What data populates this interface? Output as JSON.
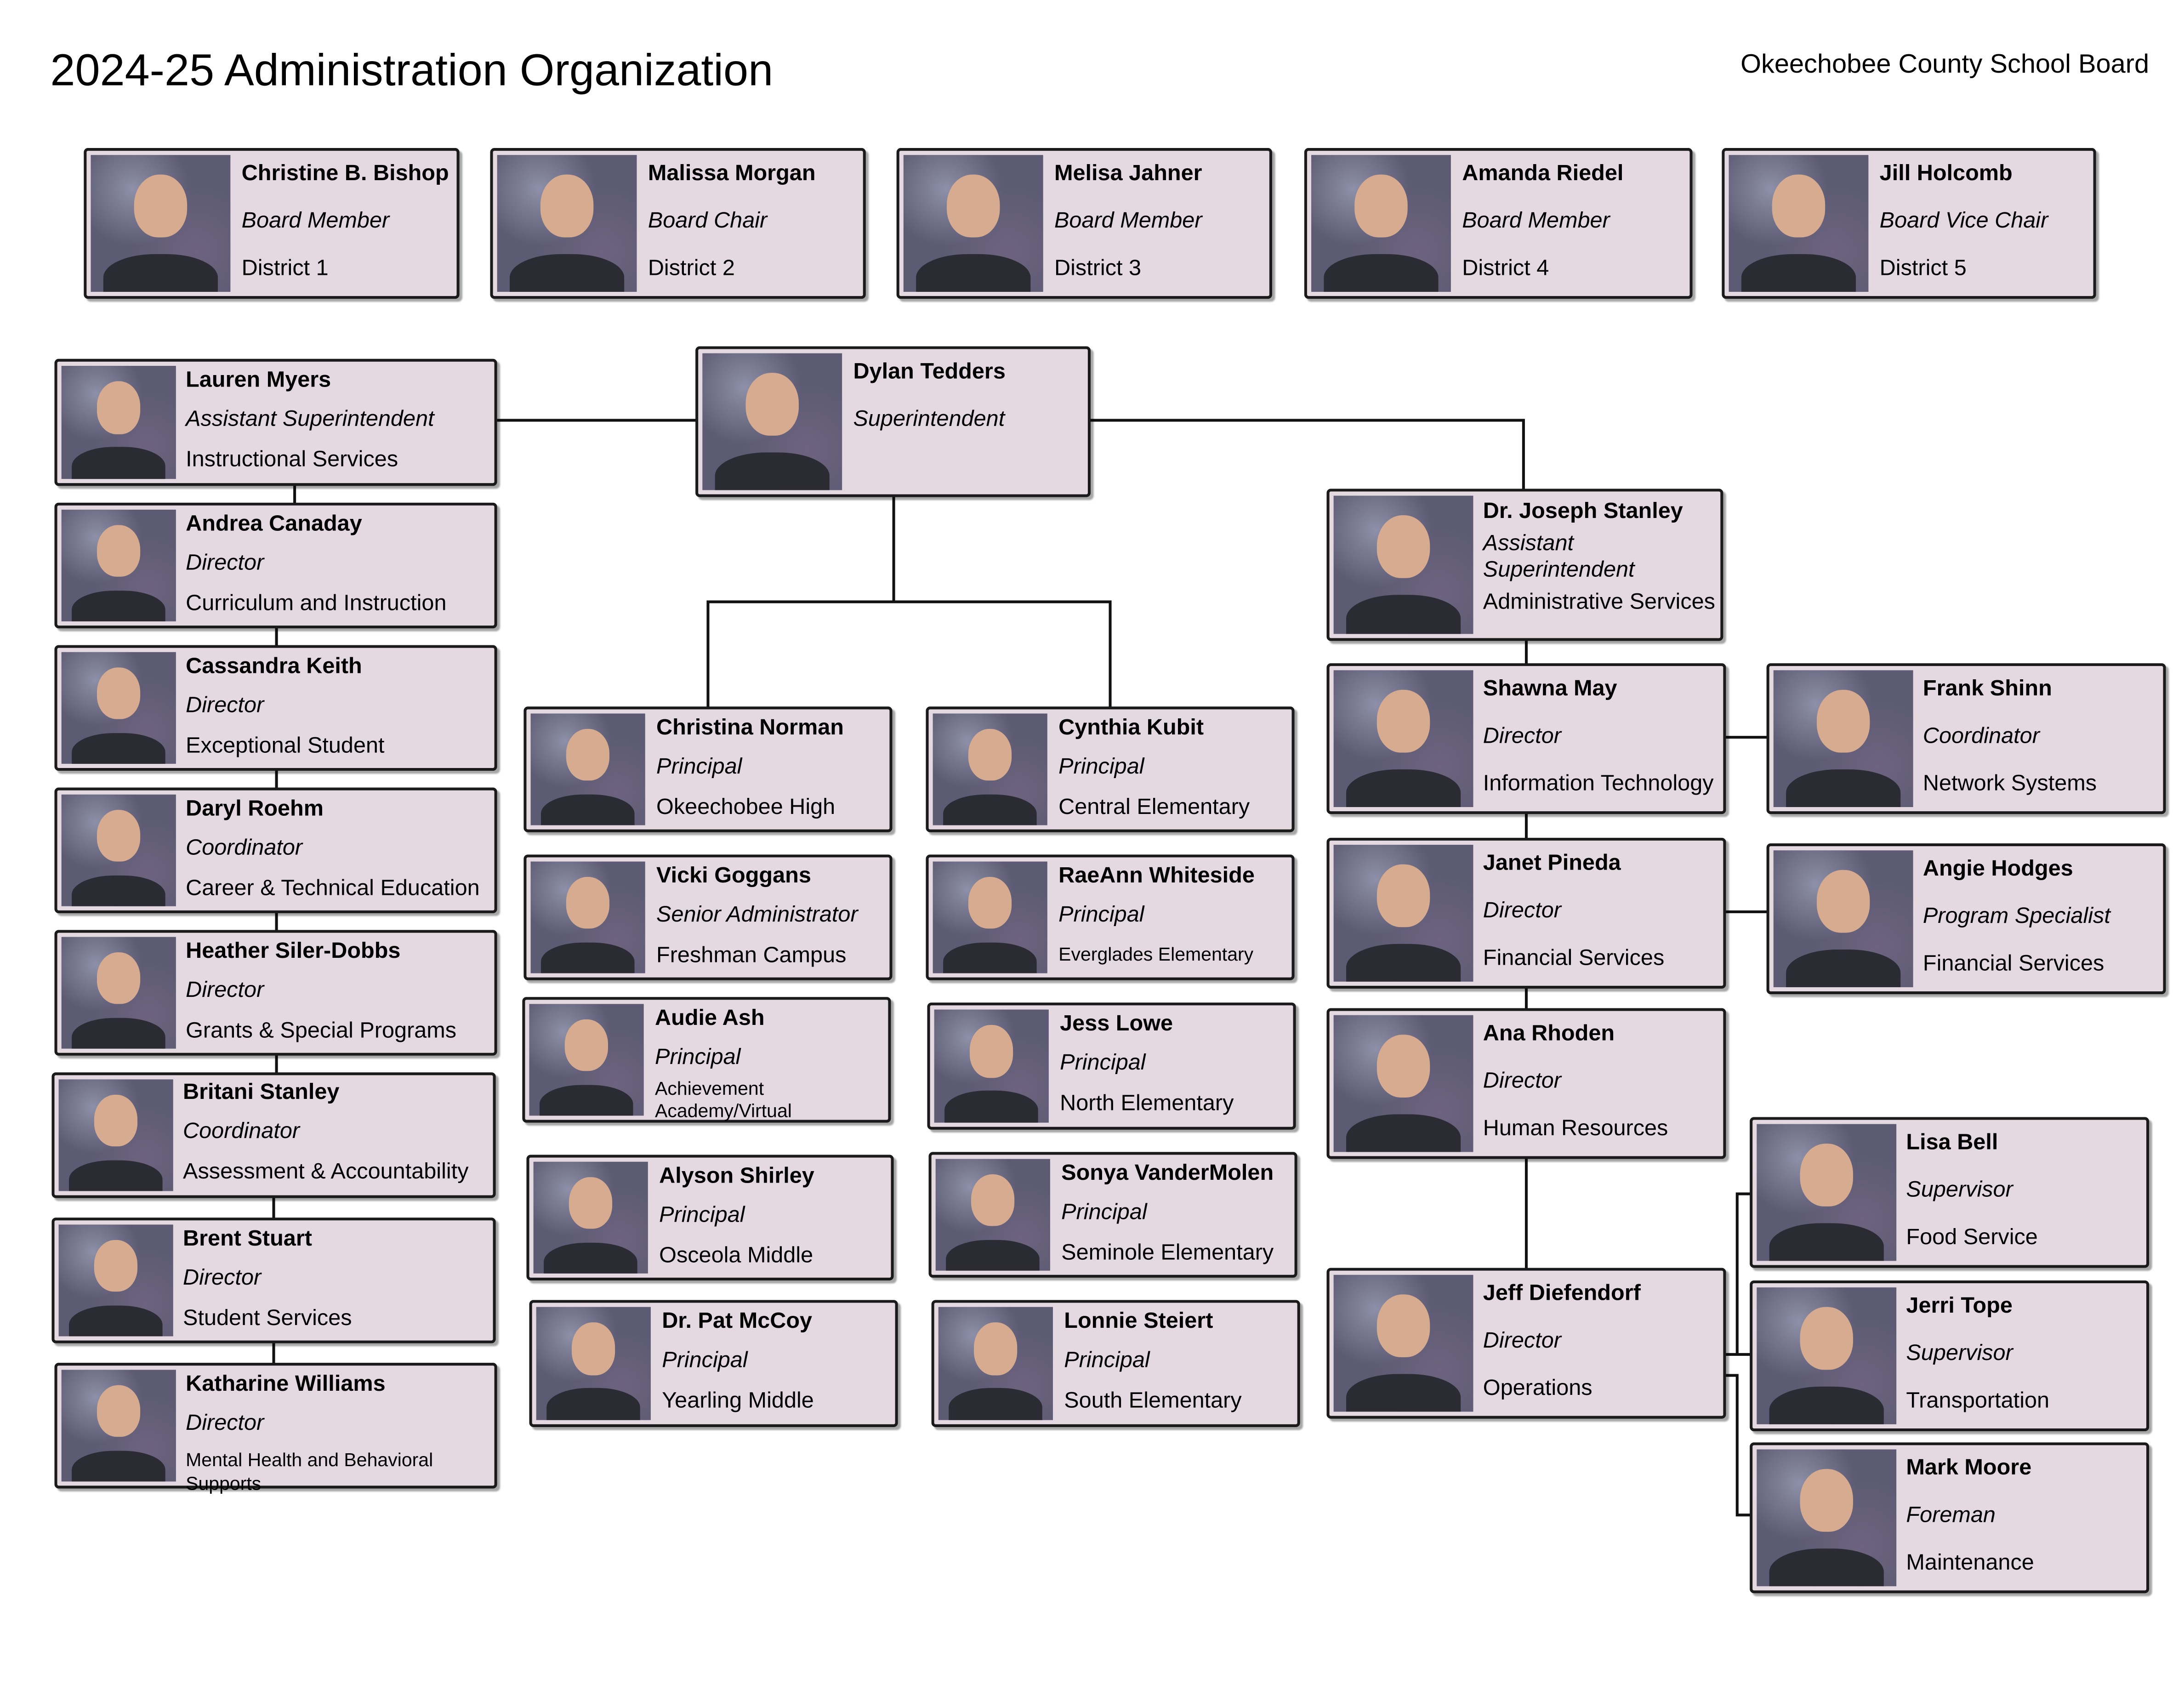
{
  "header": {
    "title": "2024-25 Administration Organization",
    "organization": "Okeechobee County School Board"
  },
  "board": [
    {
      "name": "Christine B. Bishop",
      "role": "Board Member",
      "detail": "District 1"
    },
    {
      "name": "Malissa Morgan",
      "role": "Board Chair",
      "detail": "District 2"
    },
    {
      "name": "Melisa Jahner",
      "role": "Board Member",
      "detail": "District 3"
    },
    {
      "name": "Amanda Riedel",
      "role": "Board Member",
      "detail": "District 4"
    },
    {
      "name": "Jill Holcomb",
      "role": "Board  Vice Chair",
      "detail": "District 5"
    }
  ],
  "superintendent": {
    "name": "Dylan Tedders",
    "role": "Superintendent",
    "detail": ""
  },
  "instructional": [
    {
      "name": "Lauren Myers",
      "role": "Assistant Superintendent",
      "detail": "Instructional Services"
    },
    {
      "name": "Andrea Canaday",
      "role": "Director",
      "detail": "Curriculum and Instruction"
    },
    {
      "name": "Cassandra Keith",
      "role": "Director",
      "detail": "Exceptional Student"
    },
    {
      "name": "Daryl Roehm",
      "role": "Coordinator",
      "detail": "Career & Technical Education"
    },
    {
      "name": "Heather Siler-Dobbs",
      "role": "Director",
      "detail": "Grants & Special Programs"
    },
    {
      "name": "Britani Stanley",
      "role": "Coordinator",
      "detail": "Assessment & Accountability"
    },
    {
      "name": "Brent Stuart",
      "role": "Director",
      "detail": "Student Services"
    },
    {
      "name": "Katharine Williams",
      "role": "Director",
      "detail": "Mental Health and Behavioral Supports"
    }
  ],
  "schools_left": [
    {
      "name": "Christina Norman",
      "role": "Principal",
      "detail": "Okeechobee High"
    },
    {
      "name": "Vicki Goggans",
      "role": "Senior Administrator",
      "detail": "Freshman Campus"
    },
    {
      "name": "Audie Ash",
      "role": "Principal",
      "detail": "Achievement Academy/Virtual"
    },
    {
      "name": "Alyson Shirley",
      "role": "Principal",
      "detail": "Osceola Middle"
    },
    {
      "name": "Dr. Pat McCoy",
      "role": "Principal",
      "detail": "Yearling Middle"
    }
  ],
  "schools_right": [
    {
      "name": "Cynthia Kubit",
      "role": "Principal",
      "detail": "Central Elementary"
    },
    {
      "name": "RaeAnn Whiteside",
      "role": "Principal",
      "detail": "Everglades Elementary"
    },
    {
      "name": "Jess Lowe",
      "role": "Principal",
      "detail": "North Elementary"
    },
    {
      "name": "Sonya VanderMolen",
      "role": "Principal",
      "detail": "Seminole Elementary"
    },
    {
      "name": "Lonnie Steiert",
      "role": "Principal",
      "detail": "South Elementary"
    }
  ],
  "administrative": [
    {
      "name": "Dr. Joseph Stanley",
      "role": "Assistant Superintendent",
      "detail": "Administrative Services"
    },
    {
      "name": "Shawna May",
      "role": "Director",
      "detail": "Information Technology"
    },
    {
      "name": "Janet Pineda",
      "role": "Director",
      "detail": "Financial Services"
    },
    {
      "name": "Ana Rhoden",
      "role": "Director",
      "detail": "Human Resources"
    },
    {
      "name": "Jeff Diefendorf",
      "role": "Director",
      "detail": "Operations"
    }
  ],
  "side_staff": [
    {
      "name": "Frank Shinn",
      "role": "Coordinator",
      "detail": "Network Systems"
    },
    {
      "name": "Angie Hodges",
      "role": "Program Specialist",
      "detail": "Financial Services"
    }
  ],
  "operations_staff": [
    {
      "name": "Lisa Bell",
      "role": "Supervisor",
      "detail": "Food Service"
    },
    {
      "name": "Jerri Tope",
      "role": "Supervisor",
      "detail": "Transportation"
    },
    {
      "name": "Mark Moore",
      "role": "Foreman",
      "detail": "Maintenance"
    }
  ]
}
